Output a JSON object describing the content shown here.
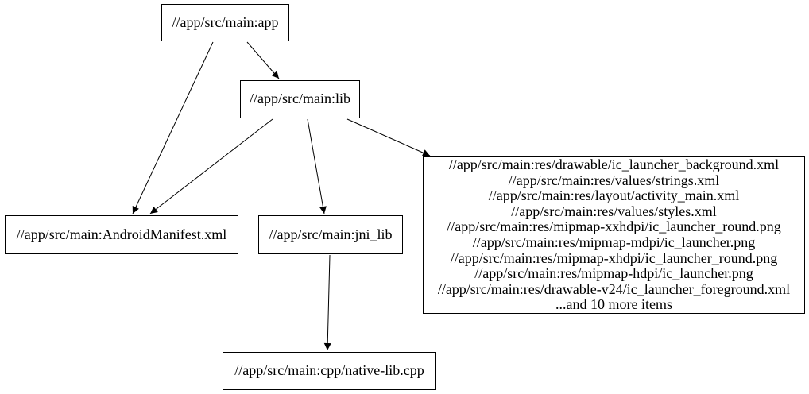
{
  "diagram": {
    "type": "dependency-graph",
    "background_color": "#ffffff",
    "node_border_color": "#000000",
    "node_fill_color": "#ffffff",
    "edge_color": "#000000",
    "text_color": "#000000"
  },
  "nodes": {
    "app": {
      "label": "//app/src/main:app"
    },
    "lib": {
      "label": "//app/src/main:lib"
    },
    "android_manifest": {
      "label": "//app/src/main:AndroidManifest.xml"
    },
    "jni_lib": {
      "label": "//app/src/main:jni_lib"
    },
    "native_lib_cpp": {
      "label": "//app/src/main:cpp/native-lib.cpp"
    },
    "res_group": {
      "lines": [
        "//app/src/main:res/drawable/ic_launcher_background.xml",
        "//app/src/main:res/values/strings.xml",
        "//app/src/main:res/layout/activity_main.xml",
        "//app/src/main:res/values/styles.xml",
        "//app/src/main:res/mipmap-xxhdpi/ic_launcher_round.png",
        "//app/src/main:res/mipmap-mdpi/ic_launcher.png",
        "//app/src/main:res/mipmap-xhdpi/ic_launcher_round.png",
        "//app/src/main:res/mipmap-hdpi/ic_launcher.png",
        "//app/src/main:res/drawable-v24/ic_launcher_foreground.xml",
        "...and 10 more items"
      ]
    }
  },
  "edges": [
    {
      "from": "app",
      "to": "android_manifest"
    },
    {
      "from": "app",
      "to": "lib"
    },
    {
      "from": "lib",
      "to": "android_manifest"
    },
    {
      "from": "lib",
      "to": "jni_lib"
    },
    {
      "from": "lib",
      "to": "res_group"
    },
    {
      "from": "jni_lib",
      "to": "native_lib_cpp"
    }
  ]
}
